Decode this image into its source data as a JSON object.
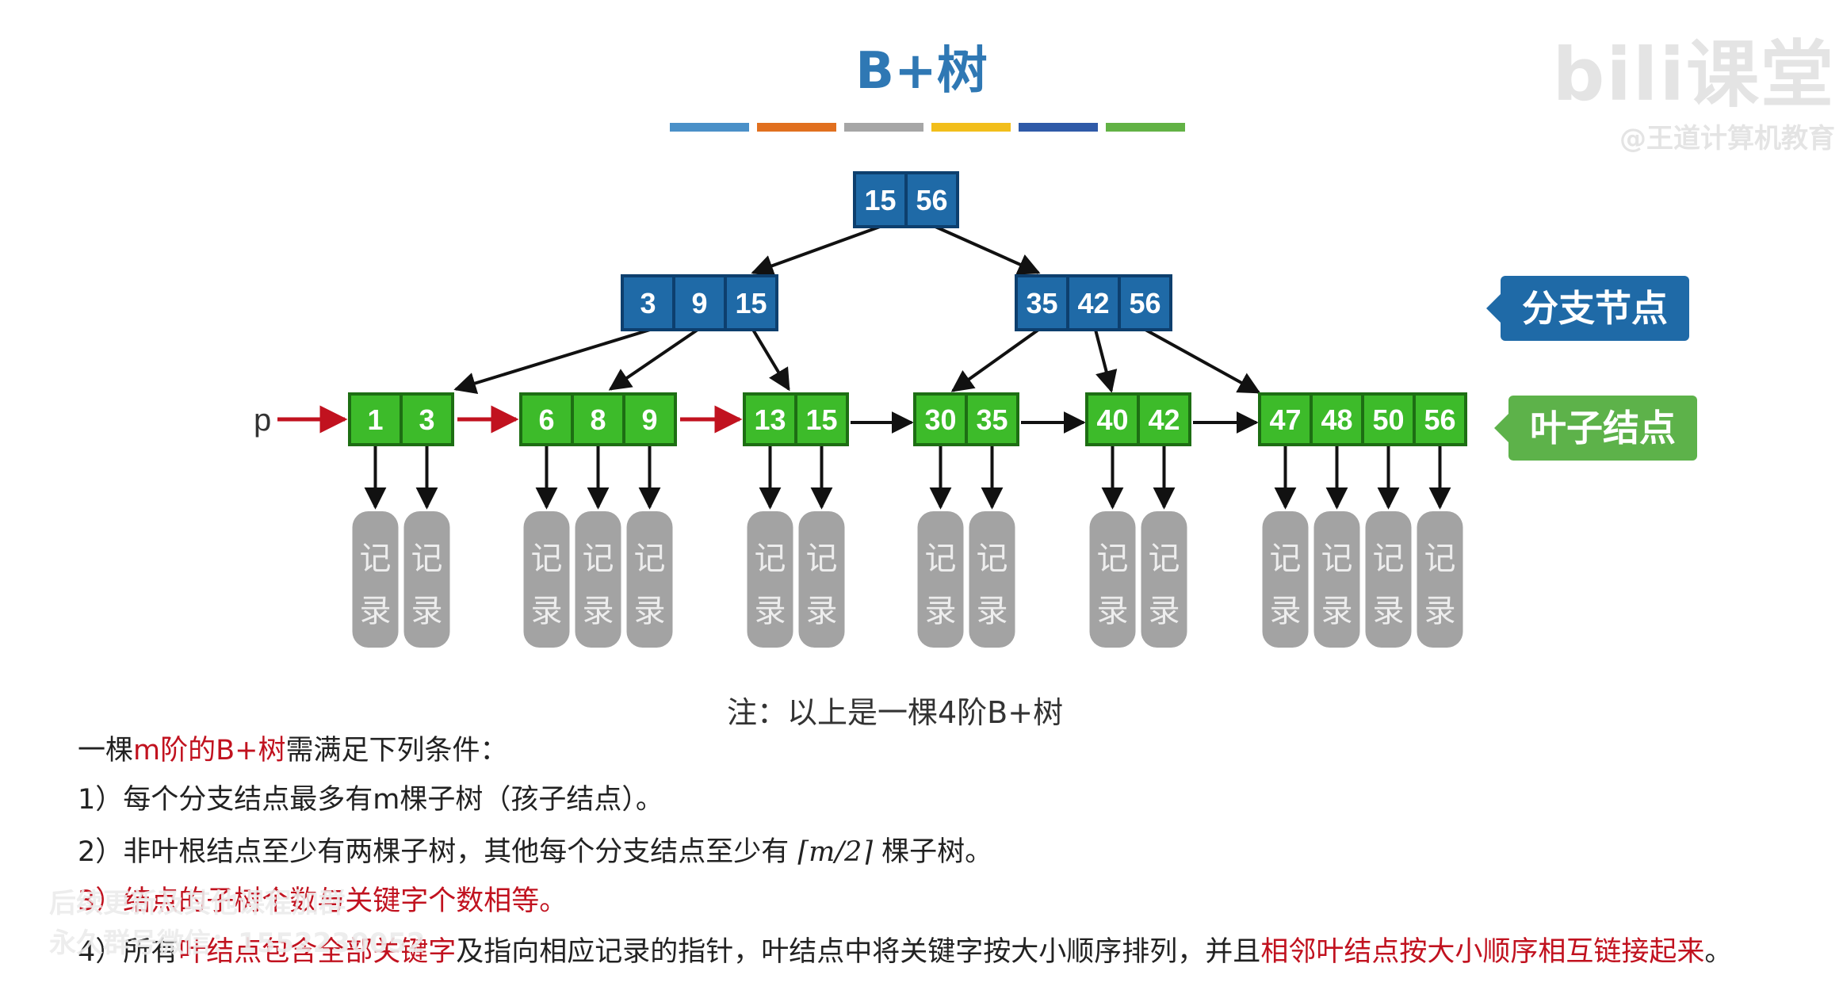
{
  "title": "B+树",
  "title_bar_colors": [
    "#4a90c8",
    "#e1701f",
    "#a6a6a6",
    "#f2be1b",
    "#2f5aa8",
    "#62b245"
  ],
  "watermark": {
    "line1": "bili课堂",
    "line2": "@王道计算机教育"
  },
  "colors": {
    "branch_fill": "#1f6aa7",
    "branch_border": "#0d3f6e",
    "leaf_fill": "#3dbb2a",
    "leaf_border": "#1d6e13",
    "record_fill": "#a3a3a3",
    "highlight_arrow": "#c1121f",
    "arrow": "#111111"
  },
  "tree": {
    "root": {
      "keys": [
        "15",
        "56"
      ]
    },
    "branches": [
      {
        "keys": [
          "3",
          "9",
          "15"
        ]
      },
      {
        "keys": [
          "35",
          "42",
          "56"
        ]
      }
    ],
    "leaves": [
      {
        "keys": [
          "1",
          "3"
        ]
      },
      {
        "keys": [
          "6",
          "8",
          "9"
        ]
      },
      {
        "keys": [
          "13",
          "15"
        ]
      },
      {
        "keys": [
          "30",
          "35"
        ]
      },
      {
        "keys": [
          "40",
          "42"
        ]
      },
      {
        "keys": [
          "47",
          "48",
          "50",
          "56"
        ]
      }
    ],
    "record_label": [
      "记",
      "录"
    ],
    "pointer_label": "p"
  },
  "labels": {
    "branch": "分支节点",
    "leaf": "叶子结点"
  },
  "note": "注：以上是一棵4阶B+树",
  "conditions": {
    "intro_pre": "一棵",
    "intro_red": "m阶的B+树",
    "intro_post": "需满足下列条件：",
    "c1": "1）每个分支结点最多有m棵子树（孩子结点）。",
    "c2_pre": "2）非叶根结点至少有两棵子树，其他每个分支结点至少有",
    "c2_math": "⌈m/2⌉",
    "c2_post": "棵子树。",
    "c3": "3）结点的子树个数与关键字个数相等。",
    "c4_pre": "4）所有",
    "c4_red1": "叶结点包含全部关键字",
    "c4_mid": "及指向相应记录的指针，叶结点中将关键字按大小顺序排列，并且",
    "c4_red2": "相邻叶结点按大小顺序相互链接起来",
    "c4_post": "。"
  },
  "subtitle_overlay": {
    "line1": "后续更新及其他课程加群",
    "line2": "永久群号微信：1552230052"
  }
}
